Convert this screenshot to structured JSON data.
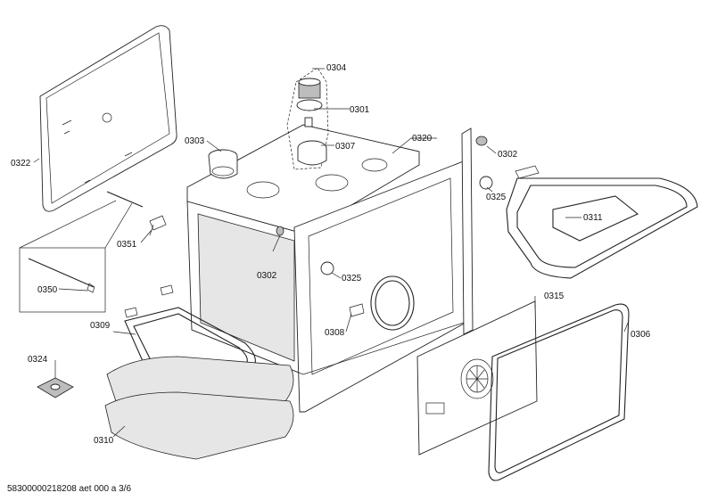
{
  "diagram": {
    "labels": {
      "p0304": "0304",
      "p0301": "0301",
      "p0303": "0303",
      "p0307": "0307",
      "p0320": "0320",
      "p0302a": "0302",
      "p0322": "0322",
      "p0325a": "0325",
      "p0311": "0311",
      "p0351": "0351",
      "p0302b": "0302",
      "p0325b": "0325",
      "p0350": "0350",
      "p0315": "0315",
      "p0309": "0309",
      "p0308": "0308",
      "p0306": "0306",
      "p0324": "0324",
      "p0310": "0310"
    },
    "footer": "58300000218208 aet 000 a 3/6"
  }
}
